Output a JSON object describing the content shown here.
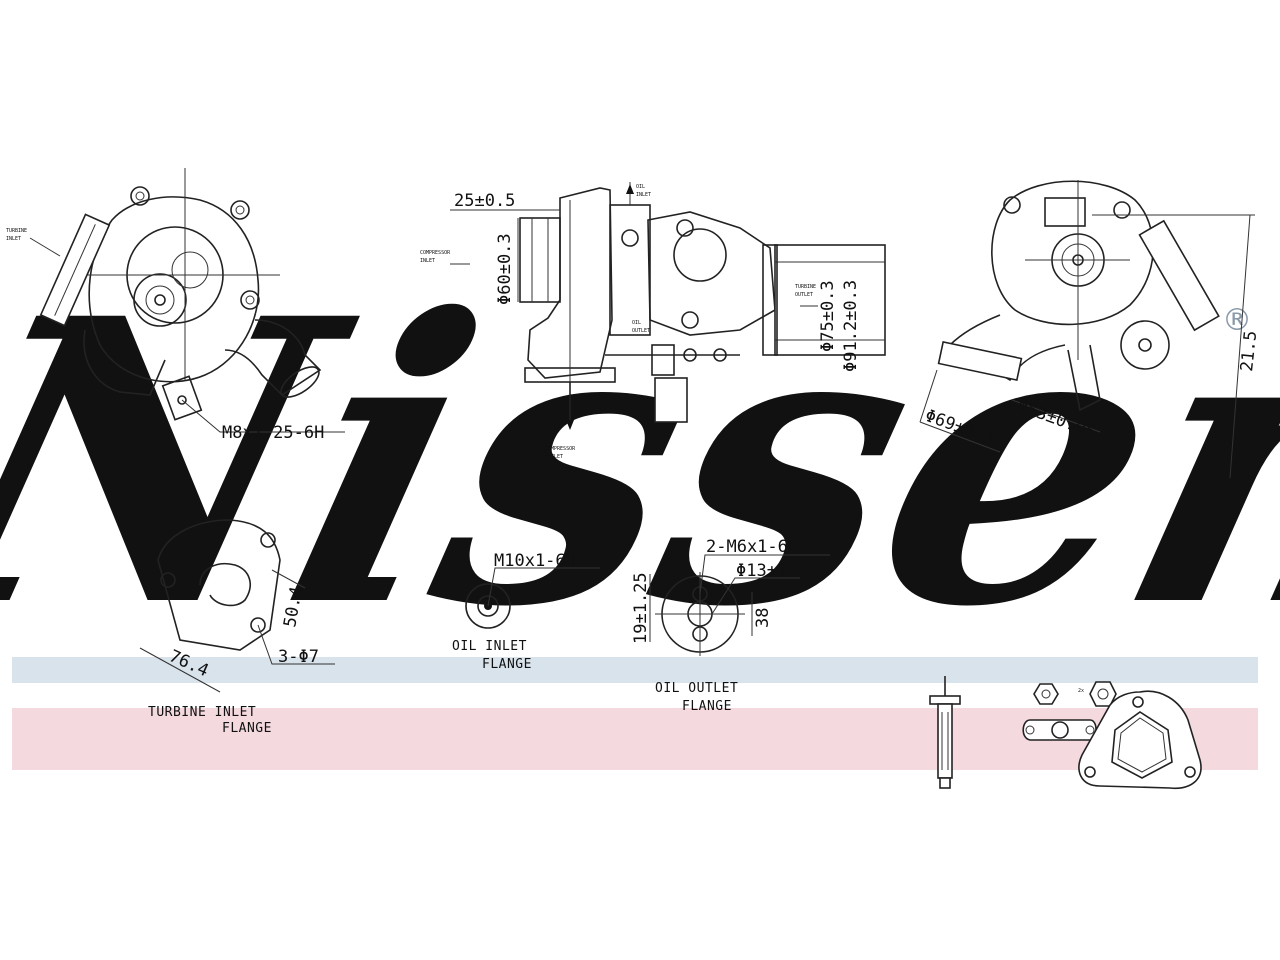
{
  "watermark": {
    "brand": "Nissens",
    "registered": "®",
    "brand_color": "#d2dce8",
    "band_blue": "#d9e3ec",
    "band_pink": "#f4d9df"
  },
  "views": {
    "front": {
      "inlet_label": [
        "TURBINE",
        "INLET"
      ],
      "thread": "M8x1.25-6H"
    },
    "side": {
      "dim_top": "25±0.5",
      "dim_bore": "Φ60±0.3",
      "inlet_label": [
        "COMPRESSOR",
        "INLET"
      ],
      "oil_label": [
        "OIL",
        "INLET"
      ],
      "outlet_label": [
        "TURBINE",
        "OUTLET"
      ],
      "dim_outlet_1": "Φ75±0.3",
      "dim_outlet_2": "Φ91.2±0.3",
      "oil_out_label": [
        "OIL",
        "OUTLET"
      ],
      "comp_out_label": [
        "COMPRESSOR",
        "OUTLET"
      ]
    },
    "rear": {
      "dim_height": "21.5",
      "dim_outer": "Φ69±0.3",
      "dim_inner": "Φ53±0.05"
    }
  },
  "flanges": {
    "turbine_inlet": {
      "dim_h": "50.4",
      "dim_w": "76.4",
      "holes": "3-Φ7",
      "label_line1": "TURBINE INLET",
      "label_line2": "FLANGE"
    },
    "oil_inlet": {
      "thread": "M10x1-6H",
      "label_line1": "OIL INLET",
      "label_line2": "FLANGE"
    },
    "oil_outlet": {
      "thread": "2-M6x1-6H",
      "bore": "Φ13±1",
      "dim_left": "19±1.25",
      "dim_right": "38",
      "label_line1": "OIL OUTLET",
      "label_line2": "FLANGE"
    }
  },
  "kit": {
    "nut_label": "2x"
  }
}
